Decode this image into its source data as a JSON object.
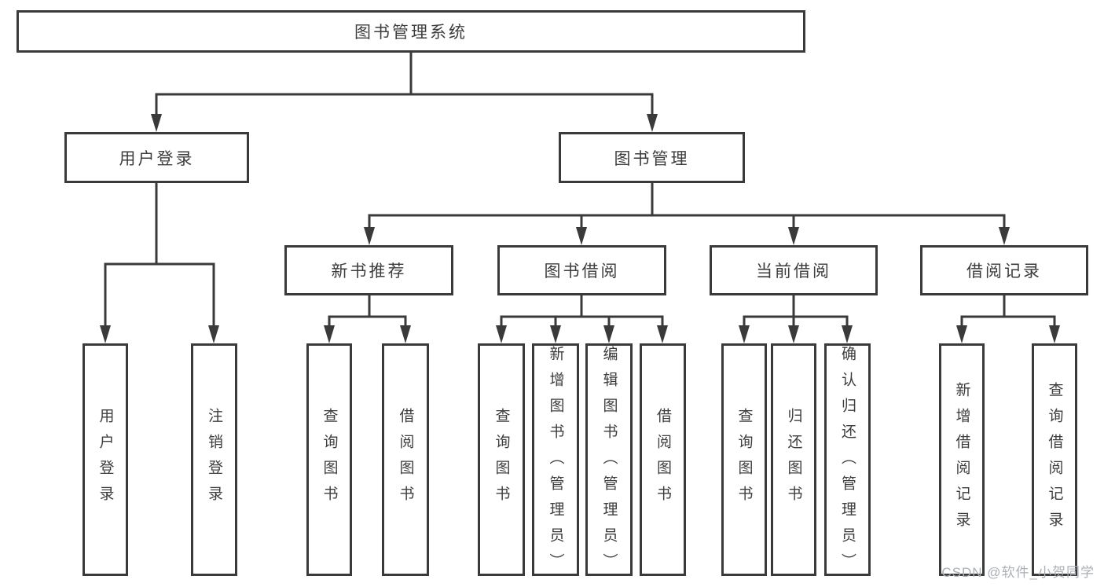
{
  "tree": {
    "root": {
      "label": "图书管理系统"
    },
    "children": [
      {
        "label": "用户登录",
        "children": [
          {
            "label": "用户登录"
          },
          {
            "label": "注销登录"
          }
        ]
      },
      {
        "label": "图书管理",
        "children": [
          {
            "label": "新书推荐",
            "children": [
              {
                "label": "查询图书"
              },
              {
                "label": "借阅图书"
              }
            ]
          },
          {
            "label": "图书借阅",
            "children": [
              {
                "label": "查询图书"
              },
              {
                "label": "新增图书（管理员）"
              },
              {
                "label": "编辑图书（管理员）"
              },
              {
                "label": "借阅图书"
              }
            ]
          },
          {
            "label": "当前借阅",
            "children": [
              {
                "label": "查询图书"
              },
              {
                "label": "归还图书"
              },
              {
                "label": "确认归还（管理员）"
              }
            ]
          },
          {
            "label": "借阅记录",
            "children": [
              {
                "label": "新增借阅记录"
              },
              {
                "label": "查询借阅记录"
              }
            ]
          }
        ]
      }
    ]
  },
  "watermark": {
    "text": "CSDN @软件_小贺同学"
  },
  "colors": {
    "line": "#3a3a3a",
    "text": "#3d3d3d",
    "background": "#ffffff",
    "watermark": "#aab0b6"
  }
}
